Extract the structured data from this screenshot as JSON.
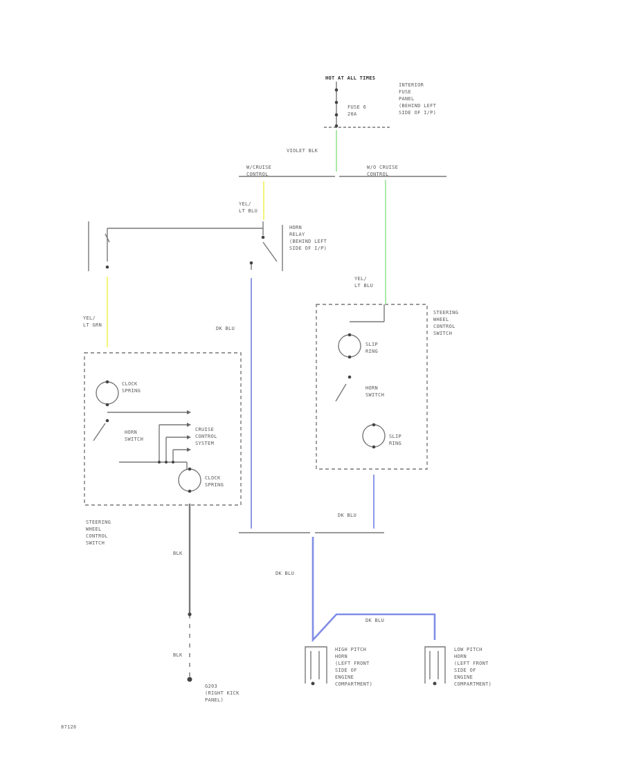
{
  "fuse_block": {
    "hot_at_all_times": "HOT AT ALL TIMES",
    "fuse": "FUSE 6\n20A",
    "location": "INTERIOR\nFUSE\nPANEL\n(BEHIND LEFT\nSIDE OF I/P)"
  },
  "wires": {
    "violet_blk": "VIOLET BLK",
    "yel_lt_blu_top": "YEL/\nLT BLU",
    "yel_lt_grn": "YEL/\nLT GRN",
    "dk_blu_left": "DK BLU",
    "yel_lt_blu_right": "YEL/\nLT BLU",
    "dk_blu_right": "DK BLU",
    "dk_blu_center": "DK BLU",
    "dk_blu_horn": "DK BLU",
    "blk_upper": "BLK",
    "blk_lower": "BLK"
  },
  "options": {
    "w_cruise": "W/CRUISE\nCONTROL",
    "wo_cruise": "W/O CRUISE\nCONTROL"
  },
  "horn_relay": "HORN\nRELAY\n(BEHIND LEFT\nSIDE OF I/P)",
  "left_switch": {
    "clock_spring_top": "CLOCK\nSPRING",
    "horn_switch": "HORN\nSWITCH",
    "cruise_control_system": "CRUISE\nCONTROL\nSYSTEM",
    "clock_spring_bottom": "CLOCK\nSPRING",
    "title": "STEERING\nWHEEL\nCONTROL\nSWITCH"
  },
  "right_switch": {
    "title": "STEERING\nWHEEL\nCONTROL\nSWITCH",
    "slip_ring_top": "SLIP\nRING",
    "horn_switch": "HORN\nSWITCH",
    "slip_ring_bottom": "SLIP\nRING"
  },
  "ground": "G203\n(RIGHT KICK\nPANEL)",
  "horns": {
    "high": "HIGH PITCH\nHORN\n(LEFT FRONT\nSIDE OF\nENGINE\nCOMPARTMENT)",
    "low": "LOW PITCH\nHORN\n(LEFT FRONT\nSIDE OF\nENGINE\nCOMPARTMENT)"
  },
  "figure_id": "87126",
  "colors": {
    "line": "#777777",
    "violet_blk": "#9fe79f",
    "yel": "#f3f36a",
    "dk_blu": "#7f8ce6"
  }
}
